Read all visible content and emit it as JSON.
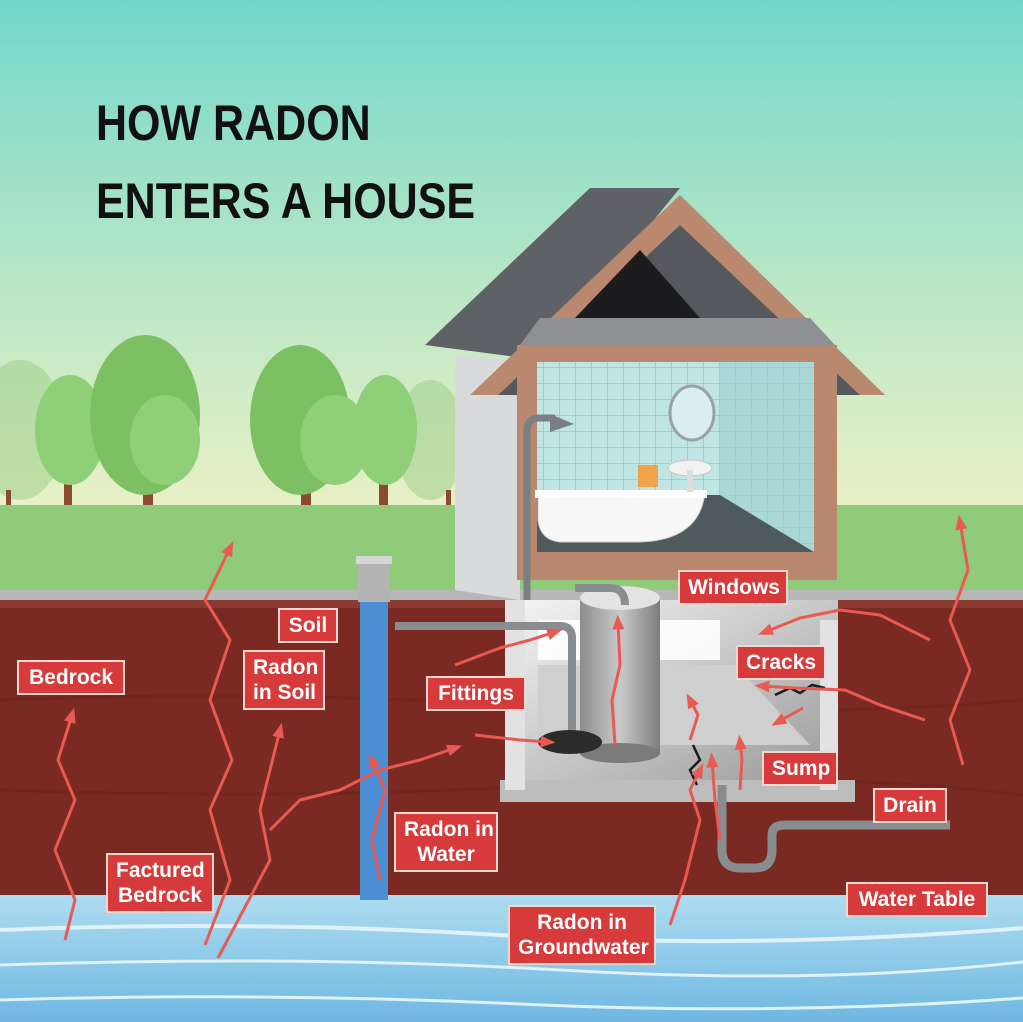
{
  "title": {
    "line1": "HOW RADON",
    "line2": "ENTERS A HOUSE"
  },
  "labels": {
    "bedrock": "Bedrock",
    "soil": "Soil",
    "radon_in_soil": [
      "Radon",
      "in Soil"
    ],
    "fittings": "Fittings",
    "windows": "Windows",
    "cracks": "Cracks",
    "sump": "Sump",
    "drain": "Drain",
    "radon_in_water": [
      "Radon in",
      "Water"
    ],
    "factured_bedrock": [
      "Factured",
      "Bedrock"
    ],
    "water_table": "Water Table",
    "radon_in_groundwater": [
      "Radon in",
      "Groundwater"
    ]
  },
  "colors": {
    "sky": "#7fd8c8",
    "grass": "#8fcb79",
    "soil": "#7a2a22",
    "groundwater": "#9fd2ec",
    "radon_arrow": "#e85a52",
    "label_bg": "#d63a3a",
    "roof": "#666a70",
    "house_frame": "#b9886e"
  },
  "icons": [
    "tree",
    "house",
    "bathtub",
    "sink",
    "mirror",
    "shower-head",
    "water-tank",
    "pipe",
    "sump-pit",
    "well-pipe",
    "drain-trap",
    "crack"
  ]
}
